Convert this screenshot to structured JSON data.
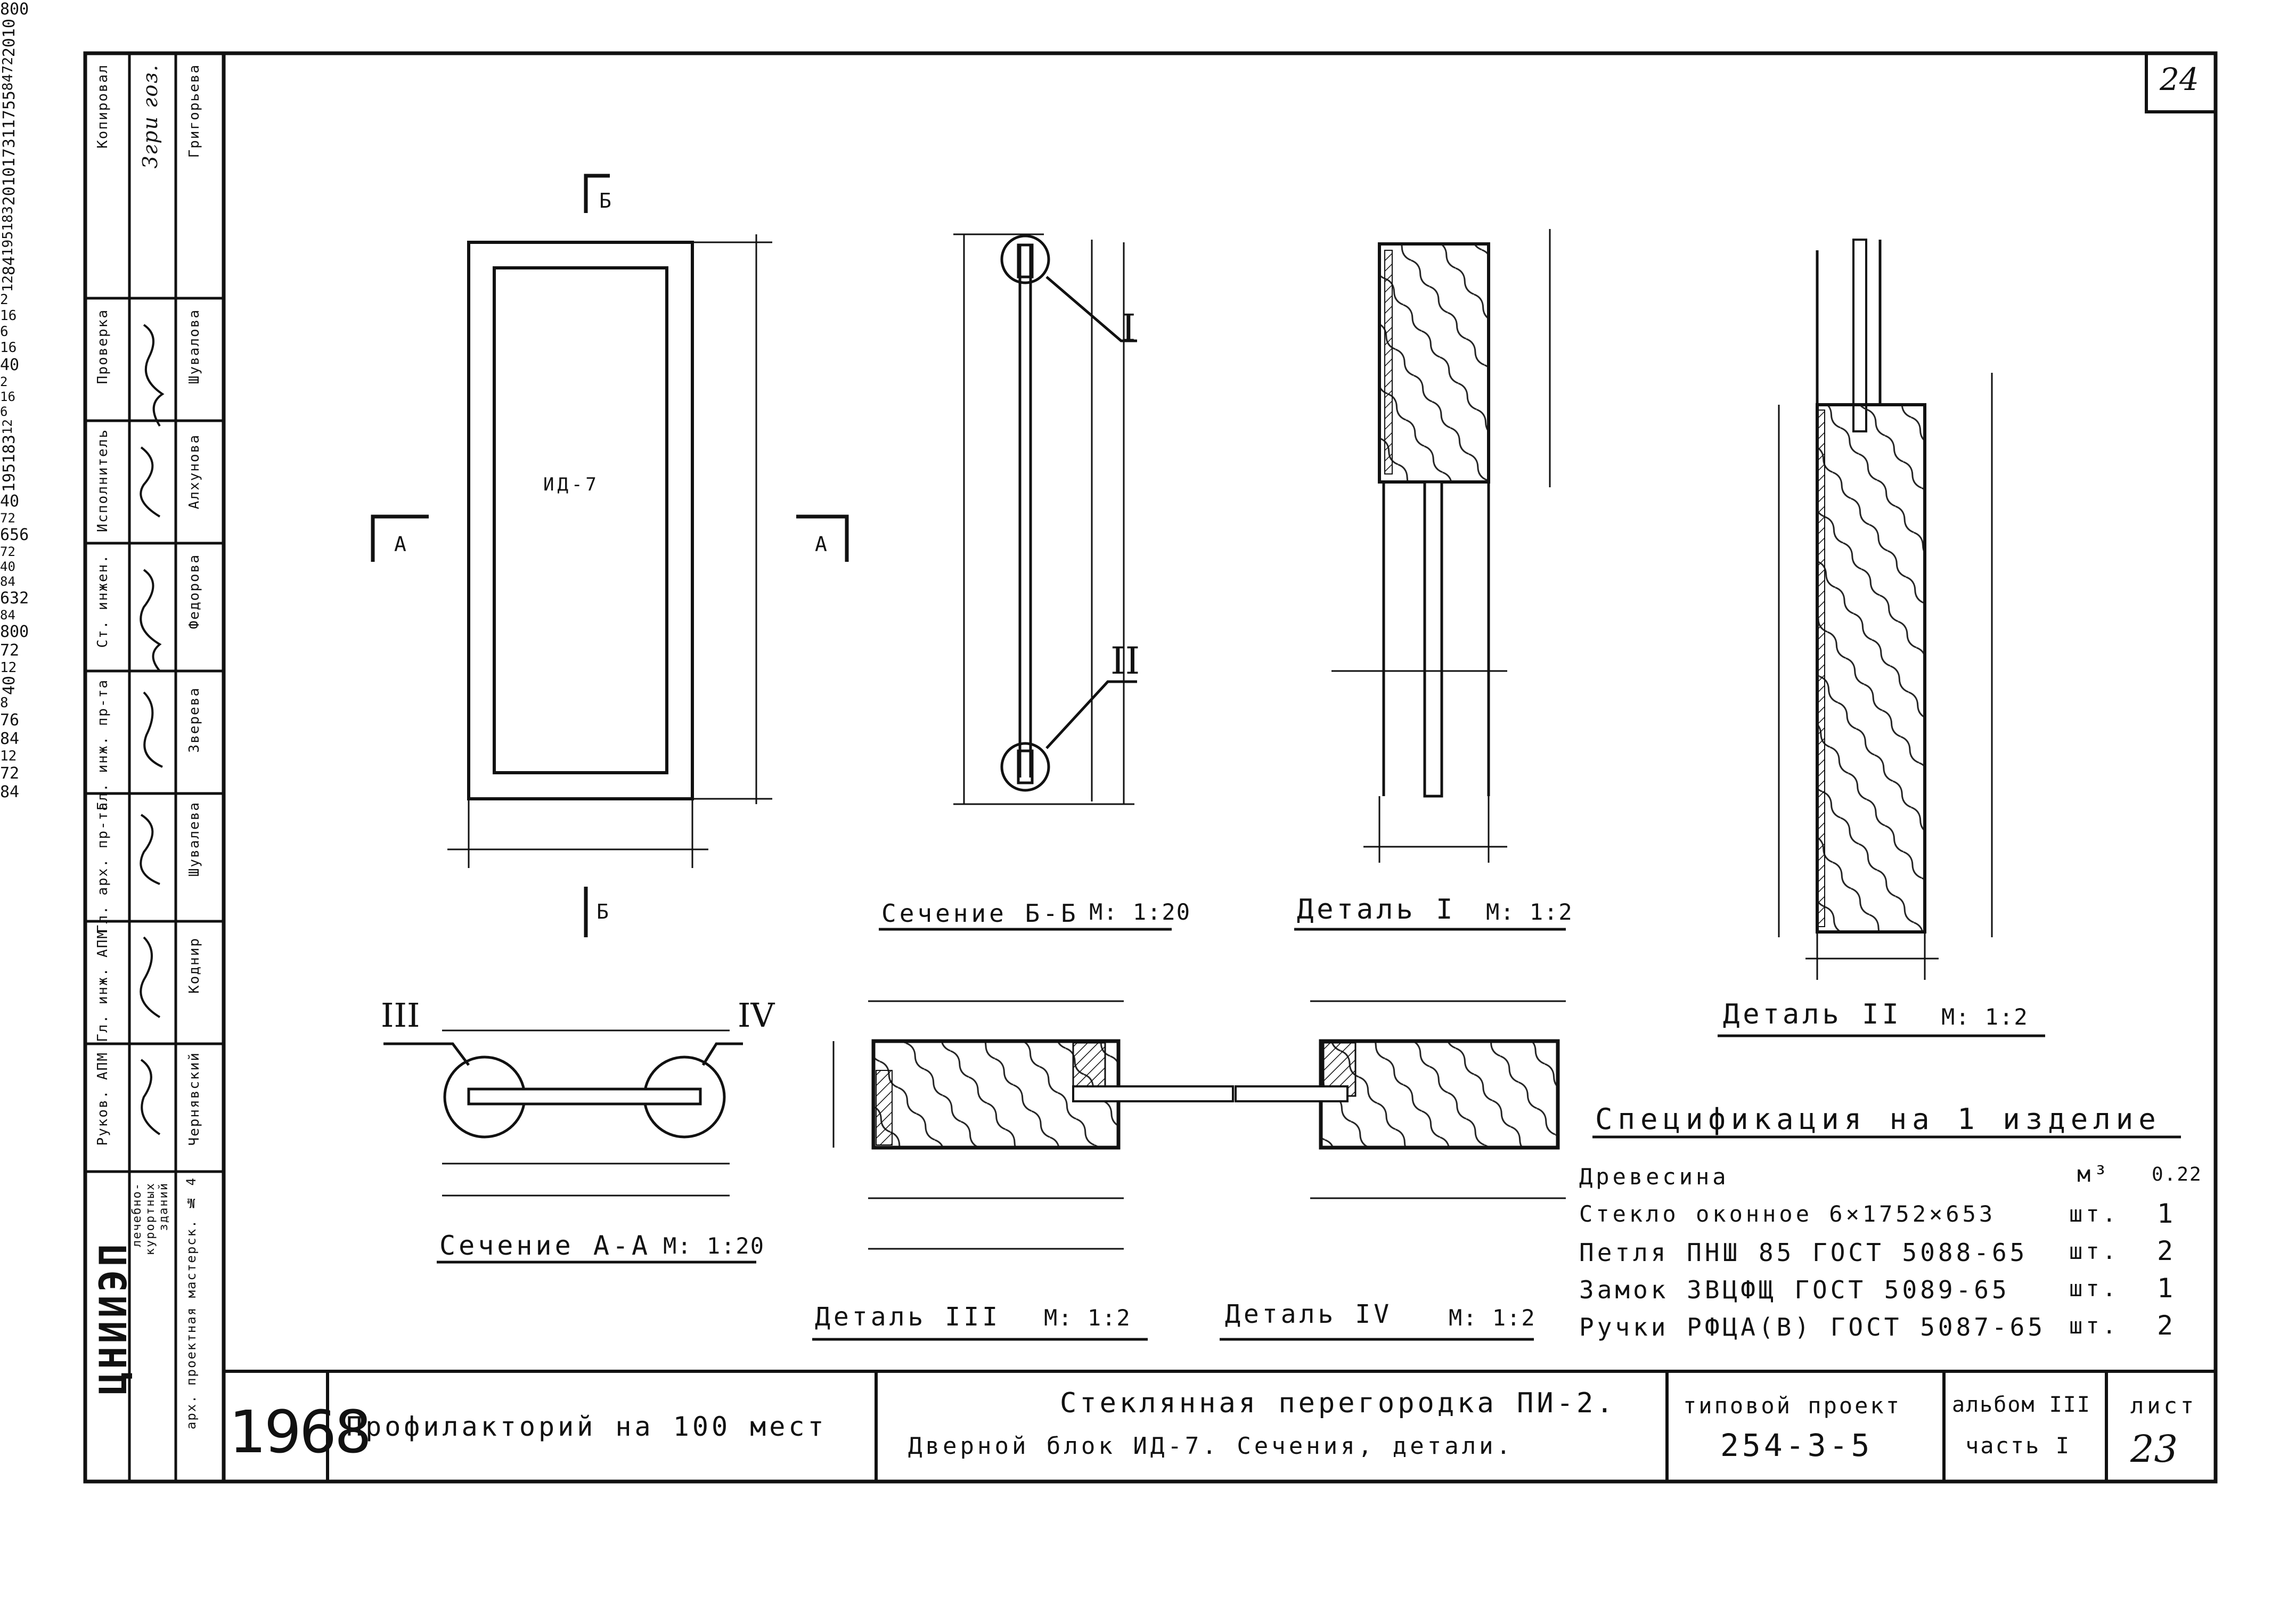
{
  "sheet": {
    "page_number": "24",
    "year": "1968",
    "project_name": "Профилакторий на 100 мест",
    "title_line1": "Стеклянная перегородка ПИ-2.",
    "title_line2": "Дверной блок ИД-7. Сечения, детали.",
    "type_project_label": "типовой проект",
    "type_project_number": "254-3-5",
    "album_label": "альбом III",
    "part_label": "часть I",
    "sheet_label": "лист",
    "sheet_number": "23"
  },
  "stamp": {
    "org_logo": "ЦНИИЭП",
    "org_line1": "лечебно-",
    "org_line2": "курортных",
    "org_line3": "зданий",
    "workshop": "арх. проектная мастерск. № 4",
    "roles": [
      "Руков. АПМ",
      "Гл. инж. АПМ",
      "Гл. арх. пр-та",
      "Гл. инж. пр-та",
      "Ст. инжен.",
      "Исполнитель",
      "Проверка"
    ],
    "names": [
      "Чернявский",
      "Коднир",
      "Шувалева",
      "Зверева",
      "Федорова",
      "Алхунова",
      "Шувалова"
    ],
    "copied_label": "Копировал",
    "copied_signature": "Згри гоз.",
    "copied_name": "Григорьева"
  },
  "views": {
    "door": {
      "label": "ИД-7",
      "width": "800",
      "height": "2010",
      "cut_a": "А",
      "cut_b": "Б"
    },
    "section_bb": {
      "title": "Сечение Б-Б",
      "scale": "М: 1:20",
      "dims": [
        "72",
        "84",
        "1755",
        "1731",
        "2010",
        "183",
        "195"
      ],
      "callout_1": "I",
      "callout_2": "II"
    },
    "detail_1": {
      "title": "Деталь I",
      "scale": "М: 1:2",
      "dims": [
        "84",
        "12",
        "2",
        "16",
        "6",
        "16",
        "40"
      ]
    },
    "detail_2": {
      "title": "Деталь II",
      "scale": "М: 1:2",
      "dims": [
        "2",
        "16",
        "6",
        "12",
        "183",
        "195",
        "40"
      ]
    },
    "section_aa": {
      "title": "Сечение А-А",
      "scale": "М: 1:20",
      "callout_3": "III",
      "callout_4": "IV",
      "dims": [
        "72",
        "656",
        "72",
        "40",
        "84",
        "632",
        "84",
        "800"
      ]
    },
    "detail_3": {
      "title": "Деталь III",
      "scale": "М: 1:2",
      "dims": [
        "72",
        "12",
        "40",
        "8",
        "76",
        "84"
      ]
    },
    "detail_4": {
      "title": "Деталь IV",
      "scale": "М: 1:2",
      "dims": [
        "12",
        "72",
        "84"
      ]
    }
  },
  "spec": {
    "title": "Спецификация на 1 изделие",
    "rows": [
      {
        "name": "Древесина",
        "unit": "м³",
        "qty": "0.22"
      },
      {
        "name": "Стекло оконное   6×1752×653",
        "unit": "шт.",
        "qty": "1"
      },
      {
        "name": "Петля ПНШ 85  ГОСТ 5088-65",
        "unit": "шт.",
        "qty": "2"
      },
      {
        "name": "Замок ЗВЦФЩ  ГОСТ 5089-65",
        "unit": "шт.",
        "qty": "1"
      },
      {
        "name": "Ручки РФЦА(В) ГОСТ 5087-65",
        "unit": "шт.",
        "qty": "2"
      }
    ]
  }
}
